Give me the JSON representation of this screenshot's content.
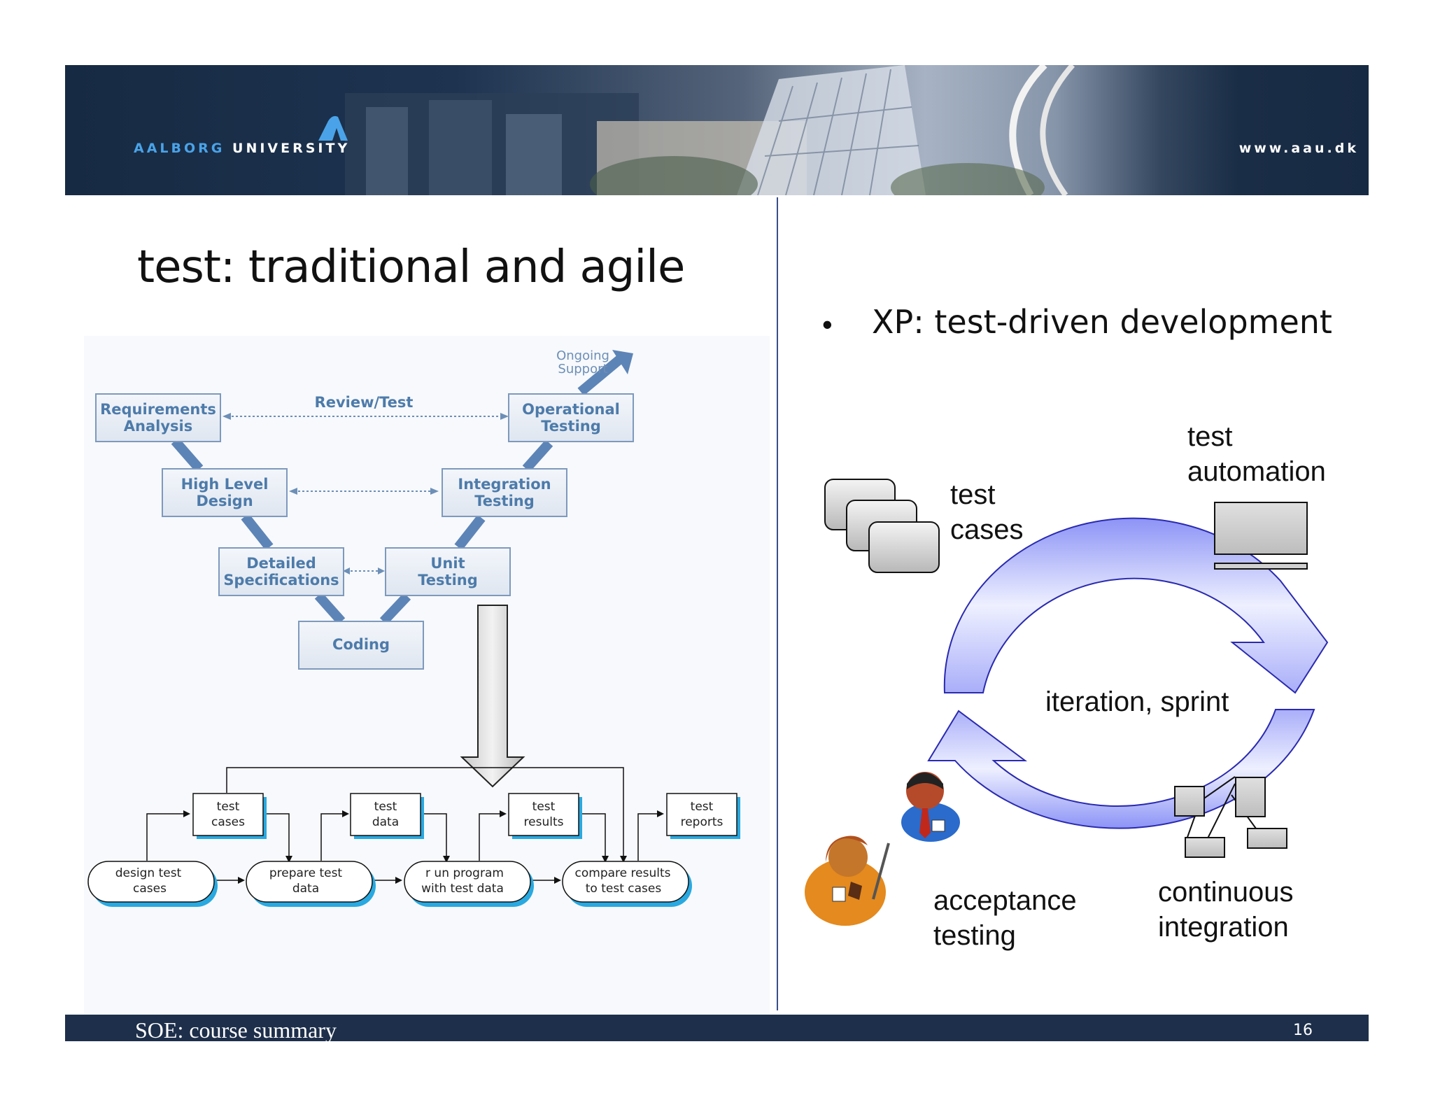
{
  "header": {
    "logo_part1": "AALBORG",
    "logo_part2": "UNIVERSITY",
    "url": "www.aau.dk"
  },
  "slide": {
    "title": "test: traditional and agile",
    "bullet_symbol": "•",
    "bullet": "XP: test-driven development"
  },
  "v_model": {
    "requirements": [
      "Requirements",
      "Analysis"
    ],
    "operational": [
      "Operational",
      "Testing"
    ],
    "high_level": [
      "High Level",
      "Design"
    ],
    "integration": [
      "Integration",
      "Testing"
    ],
    "detailed": [
      "Detailed",
      "Specifications"
    ],
    "unit": [
      "Unit",
      "Testing"
    ],
    "coding": "Coding",
    "review": "Review/Test",
    "ongoing": [
      "Ongoing",
      "Support"
    ]
  },
  "test_process": {
    "artifacts": [
      [
        "test",
        "cases"
      ],
      [
        "test",
        "data"
      ],
      [
        "test",
        "results"
      ],
      [
        "test",
        "reports"
      ]
    ],
    "activities": [
      [
        "design test",
        "cases"
      ],
      [
        "prepare test",
        "data"
      ],
      [
        "r un program",
        "with test data"
      ],
      [
        "compare results",
        "to test cases"
      ]
    ]
  },
  "tdd": {
    "test_cases": [
      "test",
      "cases"
    ],
    "test_automation": [
      "test",
      "automation"
    ],
    "iteration": "iteration, sprint",
    "acceptance": [
      "acceptance",
      "testing"
    ],
    "continuous": [
      "continuous",
      "integration"
    ]
  },
  "footer": {
    "course": "SOE: course summary",
    "page": "16"
  },
  "colors": {
    "banner_dark": "#172a43",
    "logo_blue": "#4aa3e8",
    "vbox_text": "#4d7baa",
    "cycle_arrow": "#a9aef9",
    "flow_blue": "#29a9e0",
    "footer": "#1d2f4a"
  },
  "icons": [
    "logo-icon",
    "laptop-icon",
    "network-icon",
    "people-icon"
  ]
}
